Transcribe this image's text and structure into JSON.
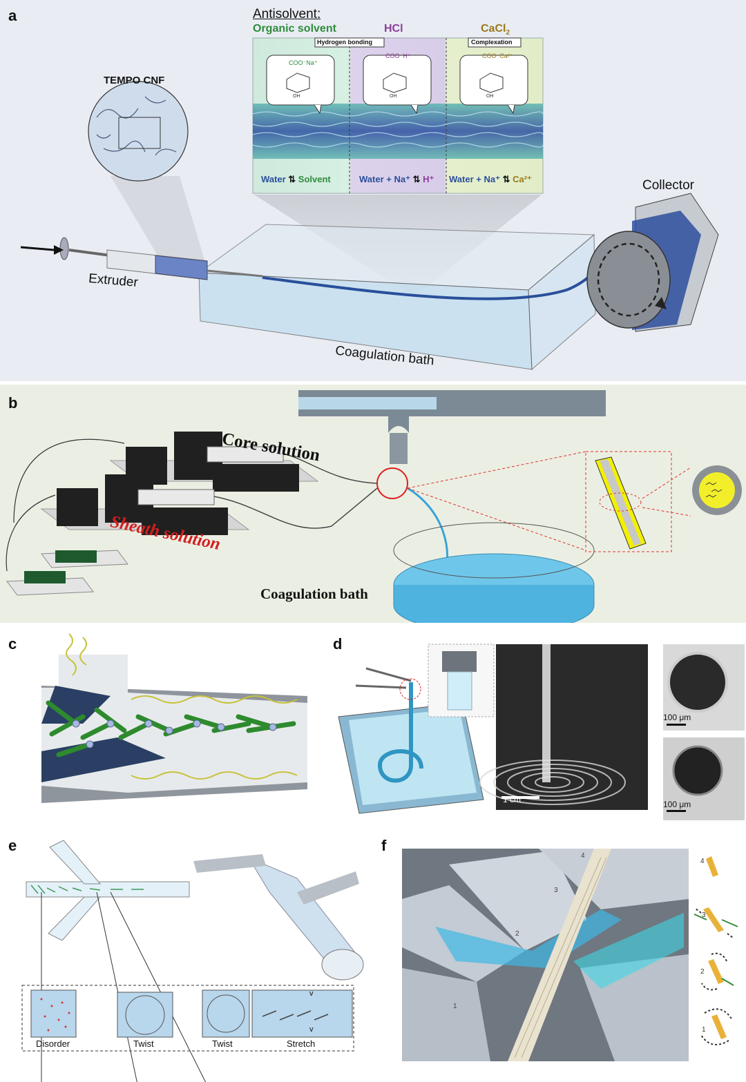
{
  "panels": {
    "a": {
      "label": "a",
      "antisolvent_title": "Antisolvent:",
      "organic_solvent": "Organic solvent",
      "hcl": "HCl",
      "cacl2": "CaCl",
      "cacl2_sub": "2",
      "hydrogen_bonding": "Hydrogen bonding",
      "complexation": "Complexation",
      "coo_na": "COO⁻Na⁺",
      "coo_h": "COO⁻H⁺",
      "coo_ca": "COO⁻Ca²⁺",
      "oh": "OH",
      "exchange_1_left": "Water",
      "exchange_1_right": "Solvent",
      "exchange_2_left": "Water + Na⁺",
      "exchange_2_right": "H⁺",
      "exchange_3_left": "Water + Na⁺",
      "exchange_3_right": "Ca²⁺",
      "tempo_cnf": "TEMPO CNF",
      "collector": "Collector",
      "extruder": "Extruder",
      "coagulation_bath": "Coagulation bath",
      "colors": {
        "organic": "#2e8b3c",
        "hcl": "#8a3c9a",
        "cacl2": "#9a7a1a",
        "exchange": "#2a4f9a"
      }
    },
    "b": {
      "label": "b",
      "core_solution": "Core solution",
      "sheath_solution": "Sheath solution",
      "coagulation_bath": "Coagulation bath",
      "colors": {
        "sheath_text": "#d21f1f",
        "dashed": "#e03030"
      }
    },
    "c": {
      "label": "c"
    },
    "d": {
      "label": "d",
      "scale_1": "1 cm",
      "scale_2": "100 μm",
      "scale_3": "100 μm"
    },
    "e": {
      "label": "e",
      "disorder": "Disorder",
      "twist_1": "Twist",
      "twist_2": "Twist",
      "stretch": "Stretch",
      "v1": "v",
      "v2": "v"
    },
    "f": {
      "label": "f",
      "numbers": [
        "1",
        "2",
        "3",
        "4"
      ],
      "side_numbers": [
        "4",
        "3",
        "2",
        "1"
      ]
    }
  }
}
